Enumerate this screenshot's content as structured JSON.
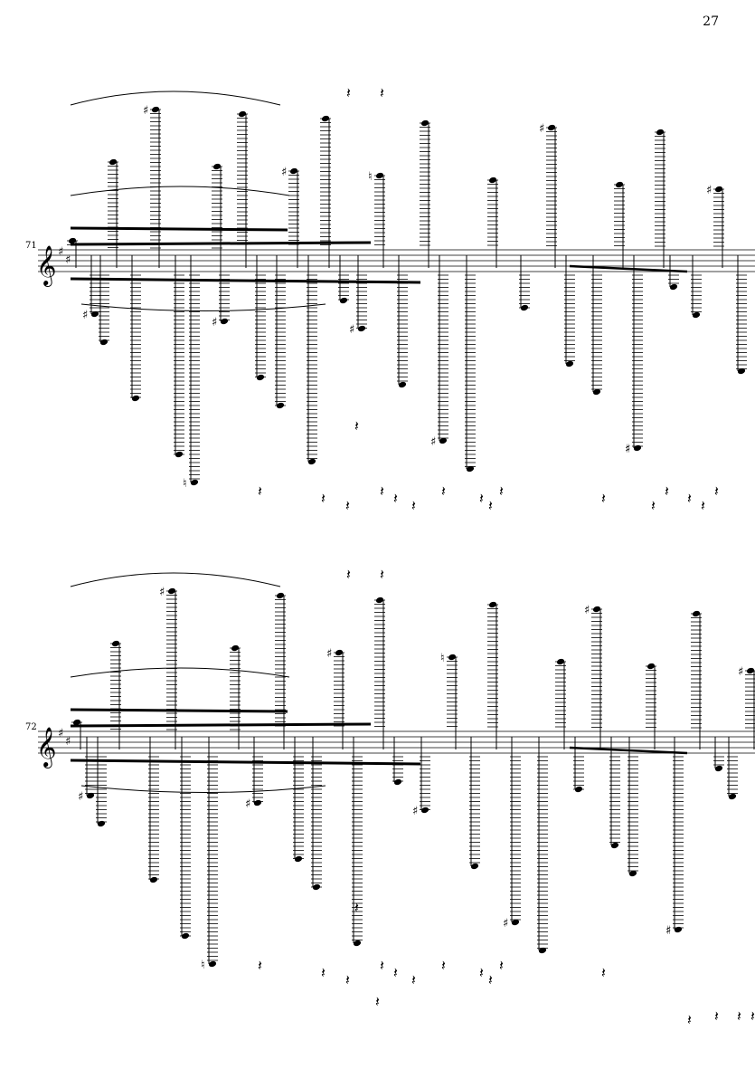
{
  "page": {
    "number": "27"
  },
  "systems": [
    {
      "measure": "71",
      "key_sharps": 2,
      "clef": "treble"
    },
    {
      "measure": "72",
      "key_sharps": 2,
      "clef": "treble"
    }
  ],
  "glyphs": {
    "clef": "𝄞",
    "sharp": "♯",
    "natural": "♮",
    "rest": "𝄽"
  }
}
